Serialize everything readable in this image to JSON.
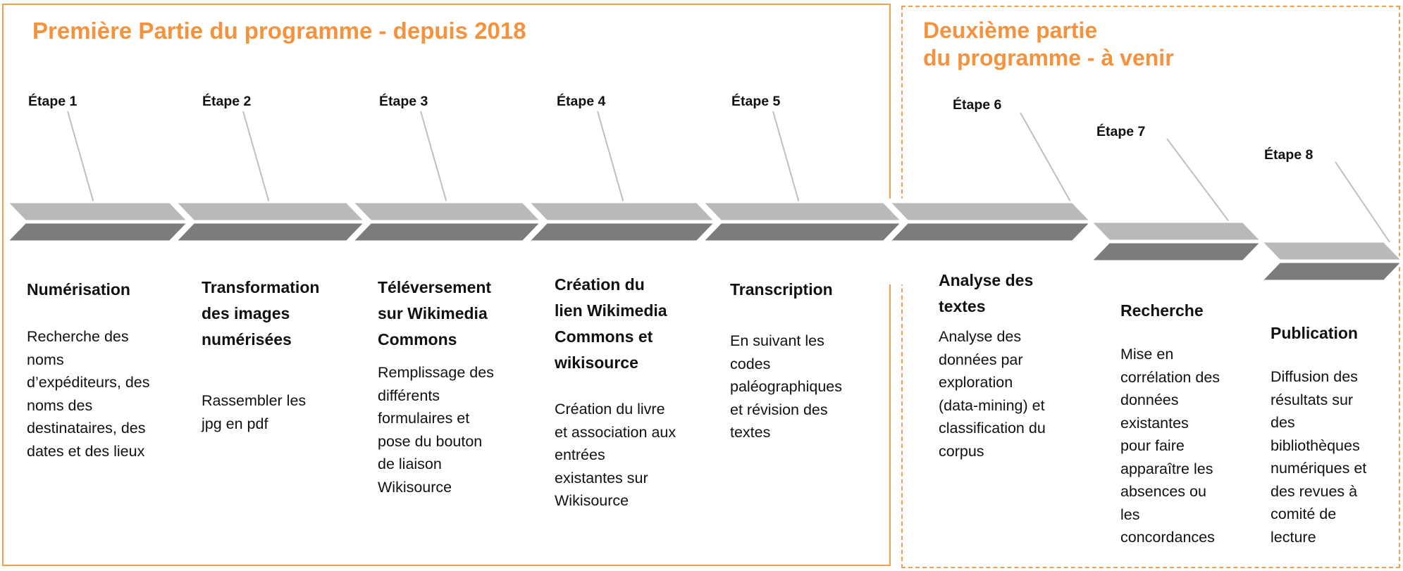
{
  "part1": {
    "title": "Première Partie du programme - depuis 2018",
    "steps": [
      {
        "label": "Étape 1",
        "title": "Numérisation",
        "body": "Recherche des\nnoms\nd’expéditeurs, des\nnoms des\ndestinataires, des\ndates et des lieux"
      },
      {
        "label": "Étape 2",
        "title": "Transformation\ndes images\nnumérisées",
        "body": "Rassembler les\njpg en pdf"
      },
      {
        "label": "Étape 3",
        "title": "Téléversement\nsur Wikimedia\nCommons",
        "body": "Remplissage des\ndifférents\nformulaires et\npose du bouton\nde liaison\nWikisource"
      },
      {
        "label": "Étape 4",
        "title": "Création du\nlien Wikimedia\nCommons et\nwikisource",
        "body": "Création du livre\net association aux\nentrées\nexistantes sur\nWikisource"
      },
      {
        "label": "Étape 5",
        "title": "Transcription",
        "body": "En suivant les\ncodes\npaléographiques\net révision des\ntextes"
      }
    ]
  },
  "part2": {
    "title": "Deuxième partie\ndu programme - à venir",
    "steps": [
      {
        "label": "Étape 6",
        "title": "Analyse des\ntextes",
        "body": "Analyse des\ndonnées par\nexploration\n(data-mining) et\nclassification du\ncorpus"
      },
      {
        "label": "Étape 7",
        "title": "Recherche",
        "body": "Mise en\ncorrélation des\ndonnées\nexistantes\npour faire\napparaître les\nabsences ou\nles\nconcordances"
      },
      {
        "label": "Étape 8",
        "title": "Publication",
        "body": "Diffusion des\nrésultats sur\ndes\nbibliothèques\nnumériques et\ndes revues à\ncomité de\nlecture"
      }
    ]
  },
  "colors": {
    "accent_orange": "#F5923E",
    "border_orange": "#EDA04F",
    "band_light_gray": "#B9B9B9",
    "band_dark_gray": "#7C7C7C",
    "leader_line_gray": "#BFBFBF"
  }
}
